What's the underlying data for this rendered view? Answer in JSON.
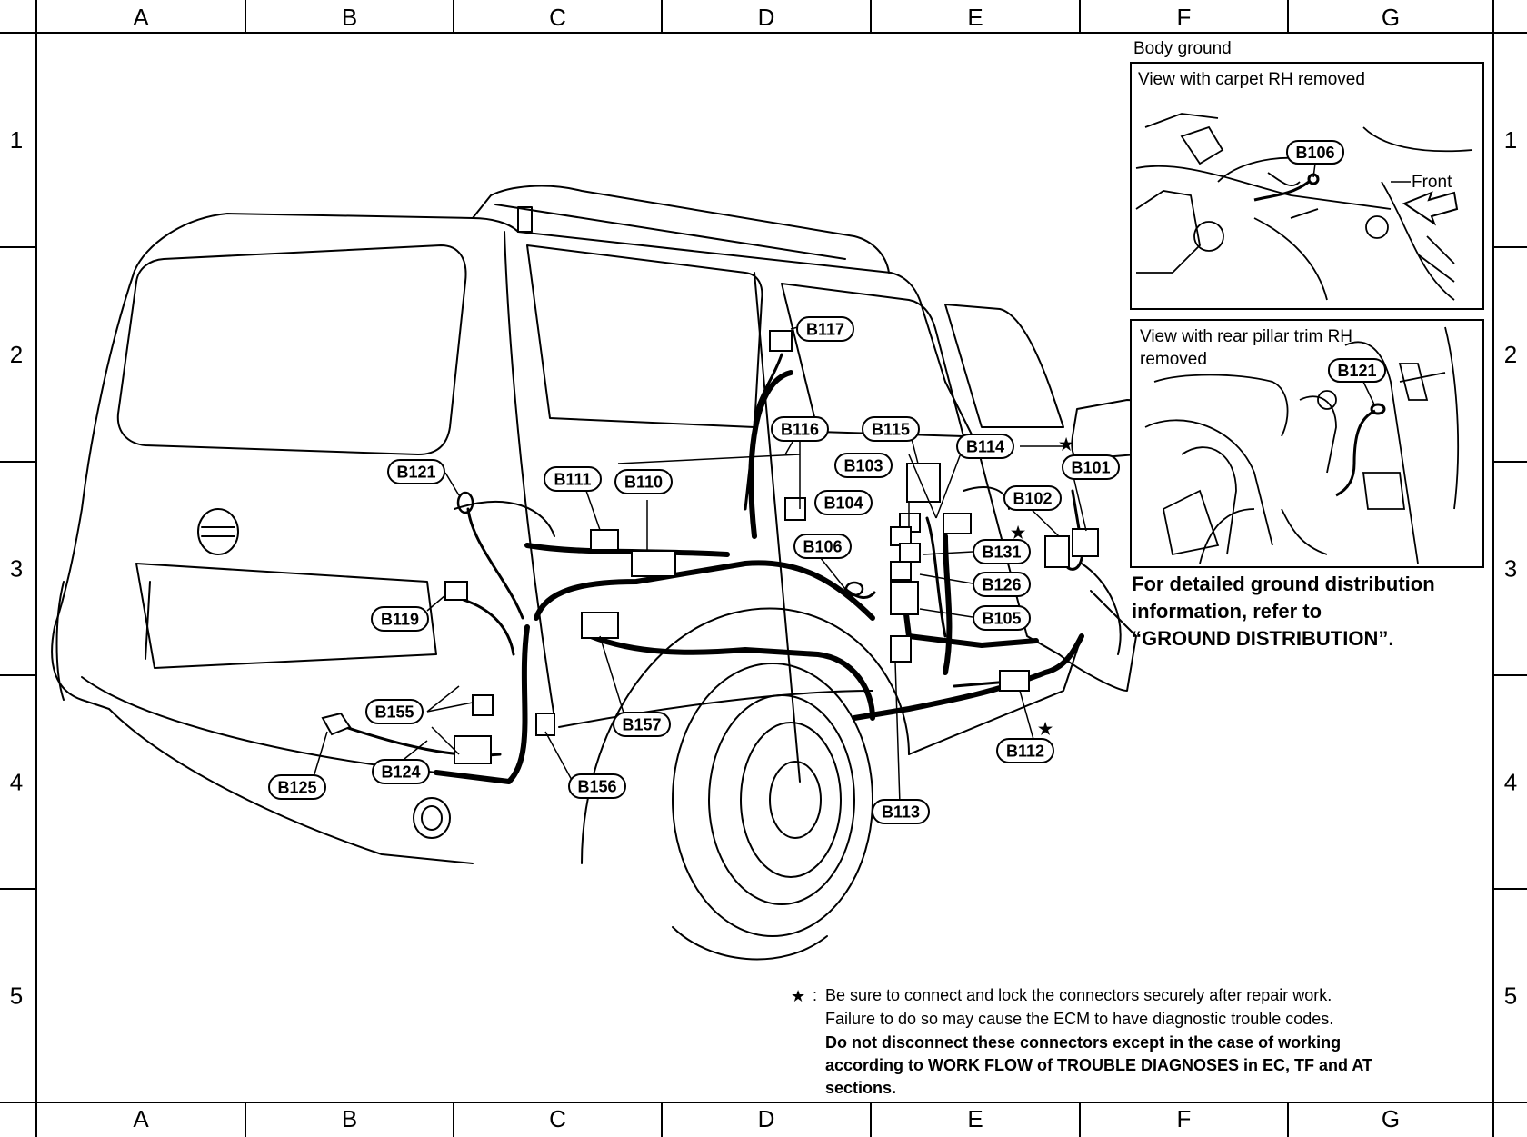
{
  "grid": {
    "columns": [
      "A",
      "B",
      "C",
      "D",
      "E",
      "F",
      "G"
    ],
    "rows": [
      "1",
      "2",
      "3",
      "4",
      "5"
    ]
  },
  "connectors": [
    {
      "id": "B117",
      "label": "B117"
    },
    {
      "id": "B116",
      "label": "B116"
    },
    {
      "id": "B115",
      "label": "B115"
    },
    {
      "id": "B114",
      "label": "B114"
    },
    {
      "id": "B103",
      "label": "B103"
    },
    {
      "id": "B101",
      "label": "B101"
    },
    {
      "id": "B121",
      "label": "B121"
    },
    {
      "id": "B111",
      "label": "B111"
    },
    {
      "id": "B110",
      "label": "B110"
    },
    {
      "id": "B104",
      "label": "B104"
    },
    {
      "id": "B102",
      "label": "B102"
    },
    {
      "id": "B106",
      "label": "B106"
    },
    {
      "id": "B131",
      "label": "B131"
    },
    {
      "id": "B126",
      "label": "B126"
    },
    {
      "id": "B119",
      "label": "B119"
    },
    {
      "id": "B105",
      "label": "B105"
    },
    {
      "id": "B155",
      "label": "B155"
    },
    {
      "id": "B157",
      "label": "B157"
    },
    {
      "id": "B112",
      "label": "B112"
    },
    {
      "id": "B124",
      "label": "B124"
    },
    {
      "id": "B125",
      "label": "B125"
    },
    {
      "id": "B156",
      "label": "B156"
    },
    {
      "id": "B113",
      "label": "B113"
    }
  ],
  "insets": {
    "body_ground": "Body ground",
    "carpet": {
      "title": "View with carpet RH removed",
      "label": "B106",
      "arrow": "Front"
    },
    "pillar": {
      "title_1": "View with rear pillar trim RH",
      "title_2": "removed",
      "label": "B121"
    }
  },
  "note": {
    "line1": "For detailed ground distribution",
    "line2": "information, refer to",
    "line3": "“GROUND DISTRIBUTION”."
  },
  "footnote": {
    "star": "★",
    "prefix": ":",
    "line1": "Be sure to connect and lock the connectors securely after repair work.",
    "line2": "Failure to do so may cause the ECM to have diagnostic trouble codes.",
    "bold1": "Do not disconnect these connectors except in the case of working",
    "bold2": "according to WORK FLOW of TROUBLE DIAGNOSES in EC, TF and AT",
    "bold3": "sections."
  }
}
